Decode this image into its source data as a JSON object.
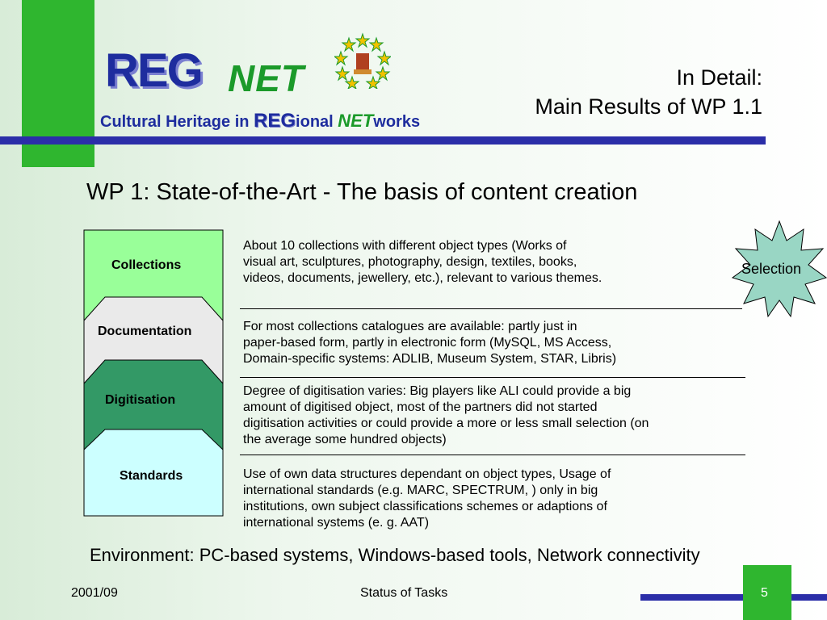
{
  "logo": {
    "reg": "REG",
    "net": "NET",
    "tagline_part1": "Cultural Heritage in ",
    "tagline_reg": "REG",
    "tagline_ional": "ional ",
    "tagline_net": "NET",
    "tagline_works": "works"
  },
  "title": {
    "line1": "In Detail:",
    "line2": "Main Results of WP 1.1"
  },
  "subtitle": "WP 1: State-of-the-Art - The basis of content creation",
  "stack": {
    "collections": "Collections",
    "documentation": "Documentation",
    "digitisation": "Digitisation",
    "standards": "Standards"
  },
  "descriptions": {
    "collections": [
      "About 10 collections with different object types (Works of",
      "visual art, sculptures, photography, design, textiles, books,",
      "videos, documents, jewellery, etc.), relevant to various themes."
    ],
    "documentation": [
      "For most collections catalogues are available: partly just in",
      "paper-based form, partly in electronic form (MySQL, MS Access,",
      "Domain-specific systems: ADLIB, Museum System, STAR, Libris)"
    ],
    "digitisation": [
      "Degree of digitisation varies: Big players like ALI could provide a big",
      "amount of digitised object, most of the partners did not started",
      "digitisation activities or could provide a more or less small selection (on",
      "the average some hundred objects)"
    ],
    "standards": [
      "Use of own data structures dependant on object types, Usage of",
      "international standards (e.g. MARC, SPECTRUM, ) only in big",
      "institutions, own subject classifications schemes or adaptions of",
      "international systems (e. g. AAT)"
    ]
  },
  "selection_label": "Selection",
  "environment": "Environment: PC-based systems, Windows-based tools, Network connectivity",
  "footer": {
    "date": "2001/09",
    "status": "Status of Tasks",
    "page": "5"
  },
  "colors": {
    "green_accent": "#2fb62f",
    "blue_rule": "#2b2ea8",
    "collections_fill": "#99ff99",
    "documentation_fill": "#eaeaea",
    "digitisation_fill": "#339966",
    "standards_fill": "#ccffff",
    "selection_fill": "#99d6c4"
  }
}
